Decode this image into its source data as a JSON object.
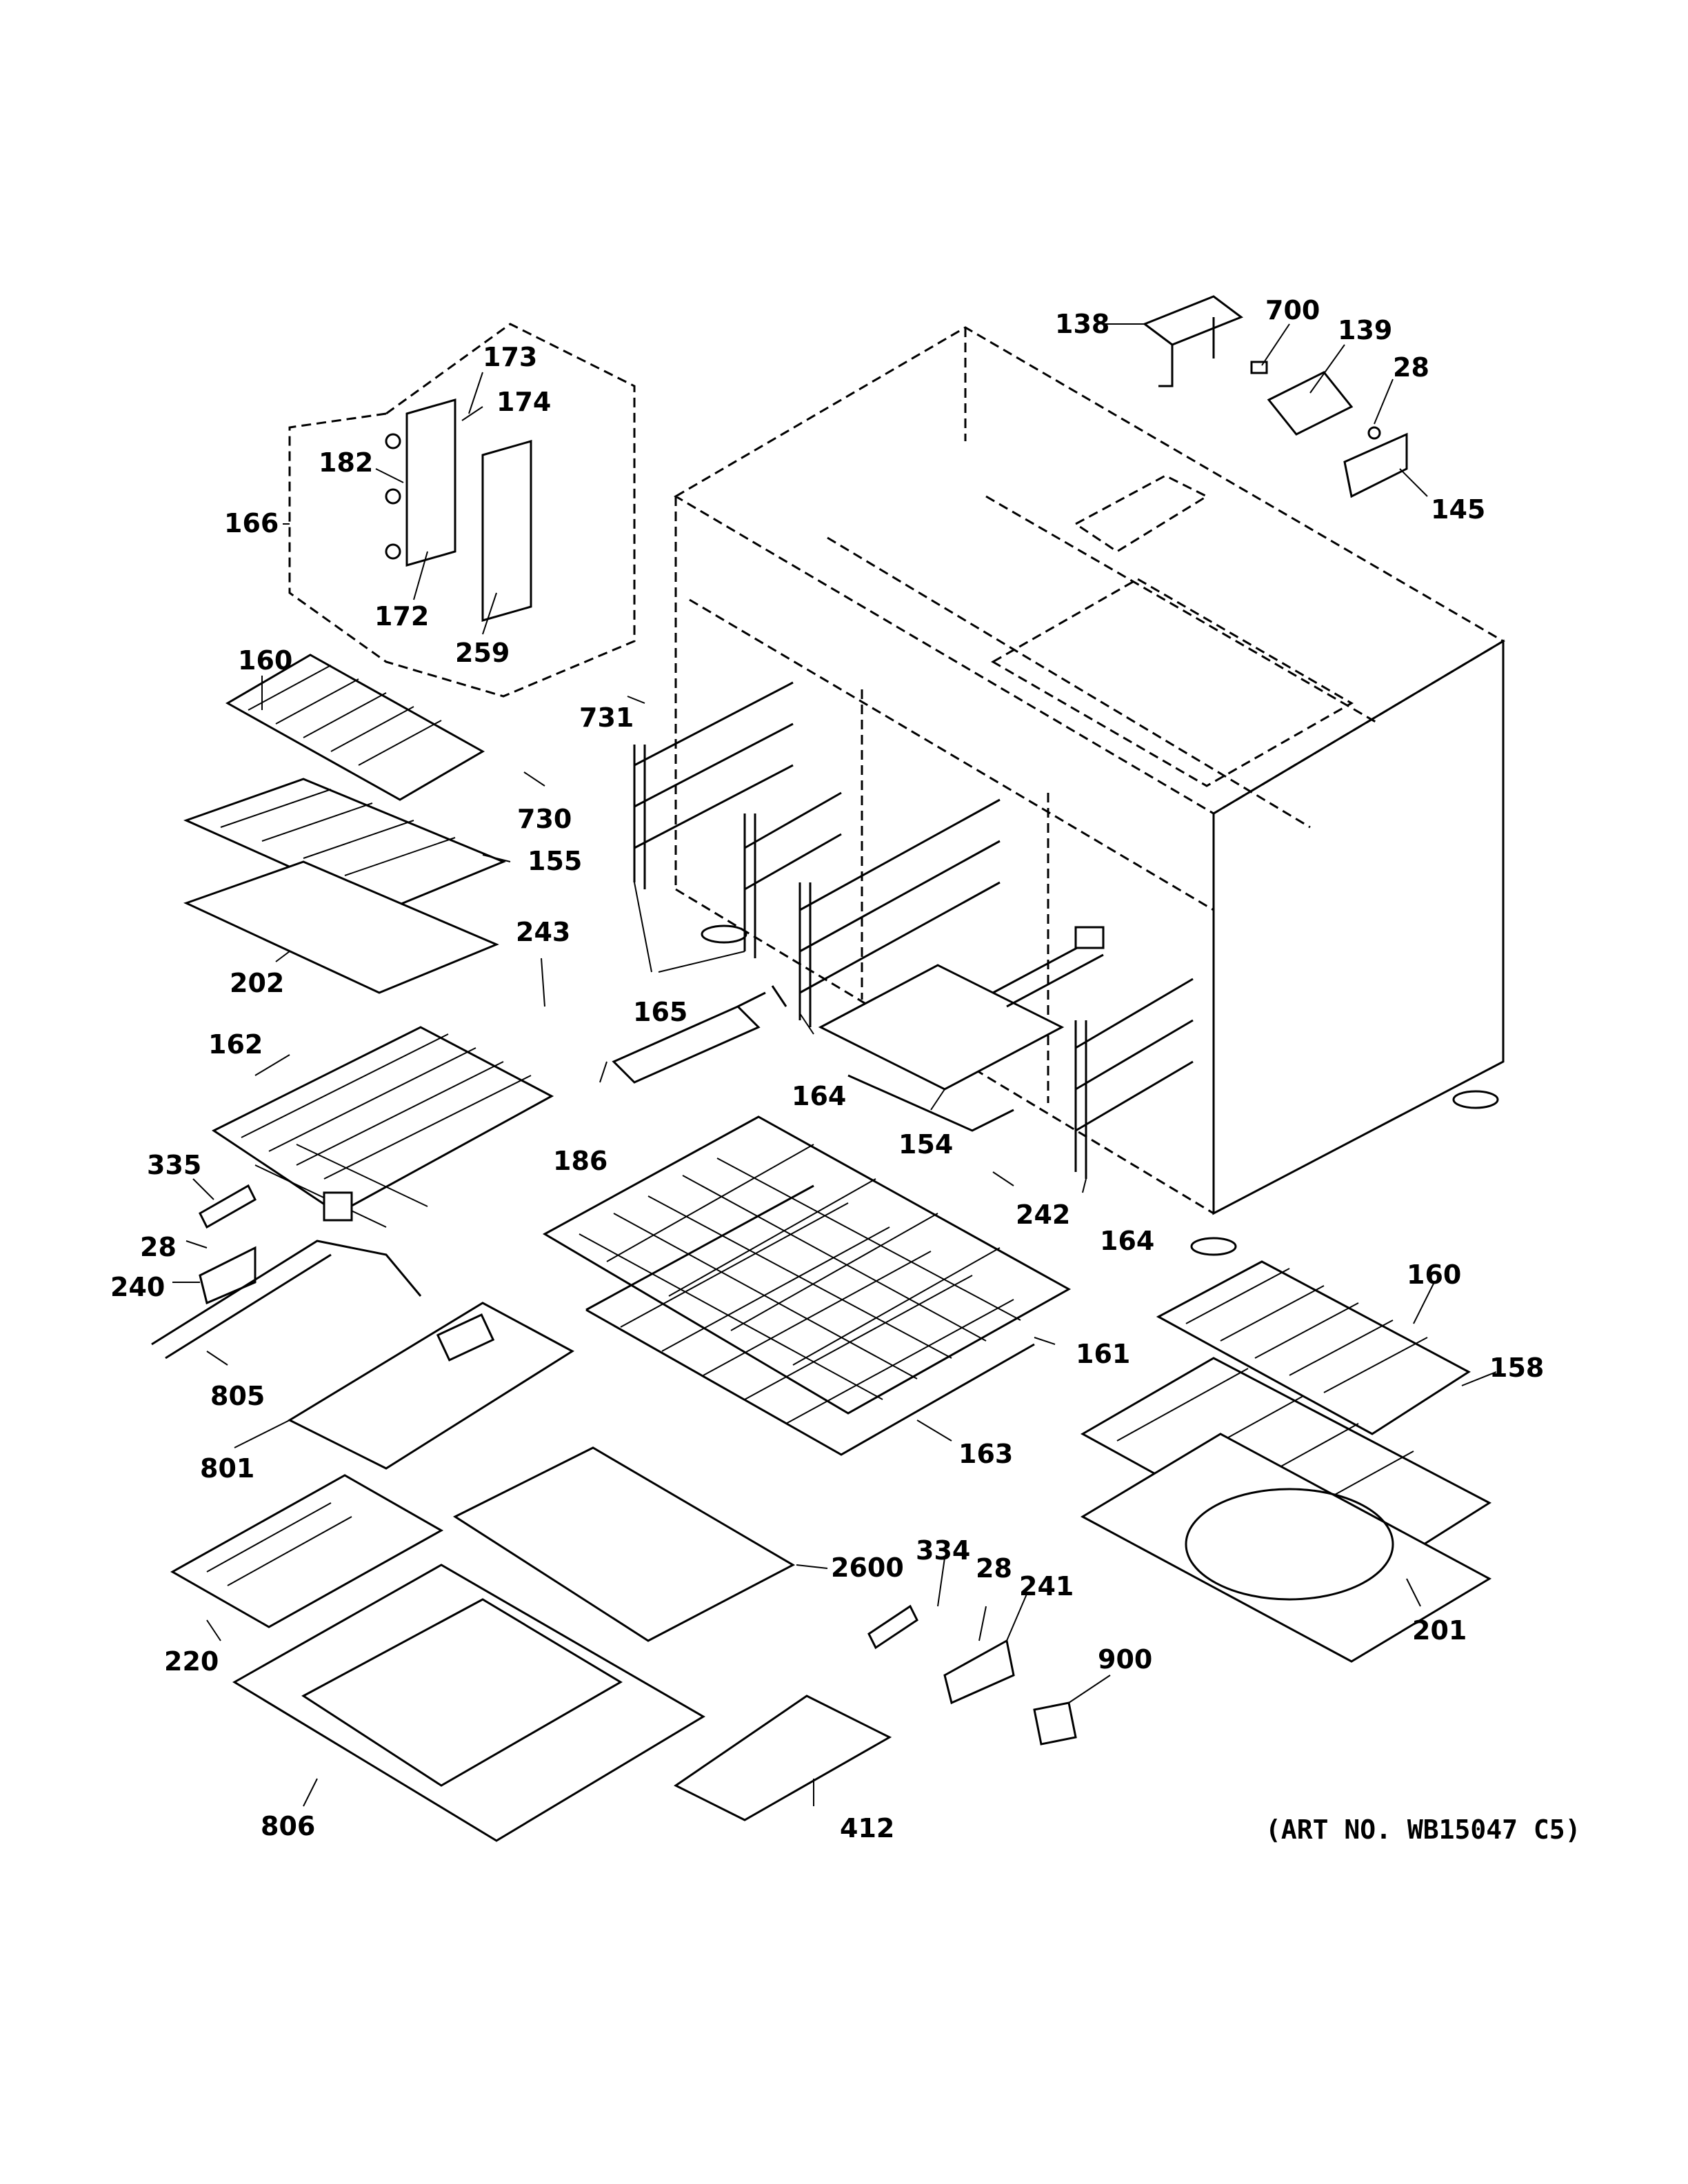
{
  "labels": {
    "p138": "138",
    "p700": "700",
    "p139": "139",
    "p28a": "28",
    "p145": "145",
    "p173": "173",
    "p174": "174",
    "p182": "182",
    "p166": "166",
    "p172": "172",
    "p259": "259",
    "p160a": "160",
    "p731": "731",
    "p730": "730",
    "p155": "155",
    "p202": "202",
    "p243": "243",
    "p165": "165",
    "p162": "162",
    "p164a": "164",
    "p154": "154",
    "p186": "186",
    "p335": "335",
    "p242": "242",
    "p164b": "164",
    "p28b": "28",
    "p240": "240",
    "p160b": "160",
    "p161": "161",
    "p158": "158",
    "p805": "805",
    "p801": "801",
    "p163": "163",
    "p334": "334",
    "p28c": "28",
    "p241": "241",
    "p2600": "2600",
    "p201": "201",
    "p900": "900",
    "p220": "220",
    "p806": "806",
    "p412": "412"
  },
  "art_number": "(ART NO. WB15047 C5)"
}
